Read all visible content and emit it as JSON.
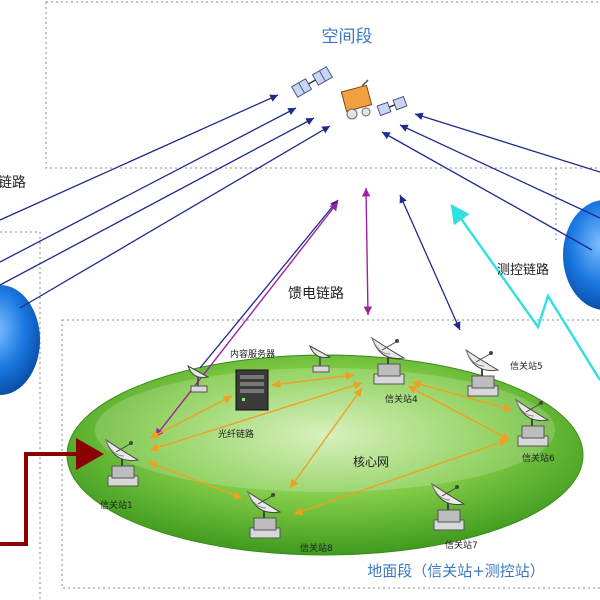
{
  "segments": {
    "space": "空间段",
    "ground": "地面段（信关站+测控站）"
  },
  "links": {
    "feeder": "馈电链路",
    "feeder_partial": "链路",
    "ttc": "测控链路",
    "fiber": "光纤链路"
  },
  "network": {
    "core": "核心网",
    "content_server": "内容服务器"
  },
  "stations": [
    {
      "label": "信关站1"
    },
    {
      "label": "信关站4"
    },
    {
      "label": "信关站5"
    },
    {
      "label": "信关站6"
    },
    {
      "label": "信关站7"
    },
    {
      "label": "信关站8"
    }
  ],
  "colors": {
    "segment_title": "#3a78c4",
    "feeder_arrow": "#1f2a8c",
    "ttc_arrow": "#2ee0e0",
    "core_arrow": "#f0a020",
    "purple_arrow": "#a020a0",
    "terrestrial_link": "#8b0000",
    "ellipse": "#4caf2a",
    "earth": "#1a78e0"
  }
}
